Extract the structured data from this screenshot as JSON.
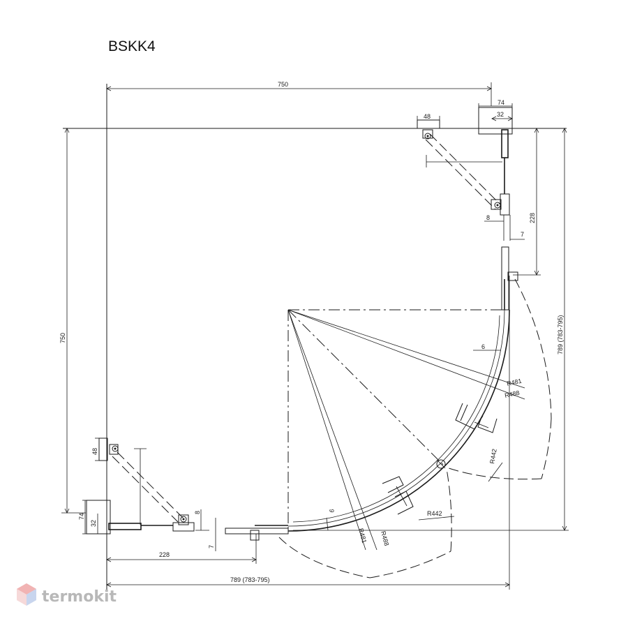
{
  "title": "BSKK4",
  "dims": {
    "top_width": "750",
    "left_height": "750",
    "right_height": "789 (783-795)",
    "bottom_width": "789 (783-795)",
    "bracket_top": "48",
    "bracket_left": "48",
    "corner_top_outer": "74",
    "corner_top_inner": "32",
    "corner_left_outer": "74",
    "corner_left_inner": "32",
    "door_right": "228",
    "door_bottom": "228",
    "gap_top_8": "8",
    "gap_top_7": "7",
    "gap_left_8": "8",
    "gap_left_7": "7",
    "angle_right": "6",
    "angle_bottom": "6",
    "r481_right": "R481",
    "r488_right": "R488",
    "r442_right": "R442",
    "r442_bottom": "R442",
    "r481_bottom": "R481",
    "r488_bottom": "R488"
  },
  "watermark": {
    "brand": "termokit",
    "color": "#b8b8b8"
  }
}
